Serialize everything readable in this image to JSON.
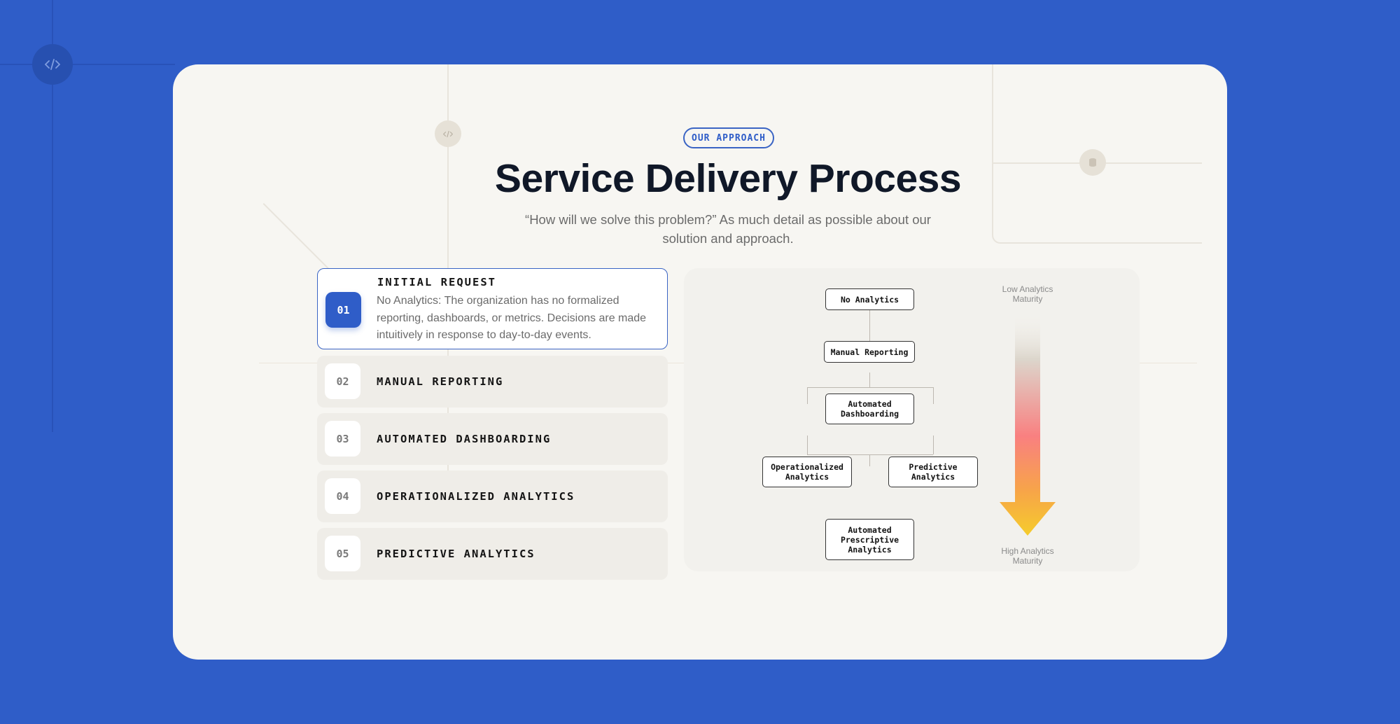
{
  "badge": "OUR APPROACH",
  "title": "Service Delivery Process",
  "subtitle": "“How will we solve this problem?” As much detail as possible about our solution and approach.",
  "steps": [
    {
      "num": "01",
      "label": "INITIAL REQUEST",
      "description": "No Analytics: The organization has no formalized reporting, dashboards, or metrics. Decisions are made intuitively in response to day-to-day events.",
      "active": true
    },
    {
      "num": "02",
      "label": "MANUAL REPORTING"
    },
    {
      "num": "03",
      "label": "AUTOMATED DASHBOARDING"
    },
    {
      "num": "04",
      "label": "OPERATIONALIZED ANALYTICS"
    },
    {
      "num": "05",
      "label": "PREDICTIVE ANALYTICS"
    }
  ],
  "diagram": {
    "nodes": [
      "No Analytics",
      "Manual Reporting",
      "Automated Dashboarding",
      "Operationalized Analytics",
      "Predictive Analytics",
      "Automated Prescriptive Analytics"
    ],
    "low_label": "Low Analytics Maturity",
    "high_label": "High Analytics Maturity"
  },
  "colors": {
    "background": "#2f5dc8",
    "accent": "#2f5dc8",
    "card": "#f7f6f2",
    "gradient_mid": "#f98080",
    "gradient_end": "#f5c832"
  },
  "icons": [
    "code-icon",
    "database-icon"
  ]
}
